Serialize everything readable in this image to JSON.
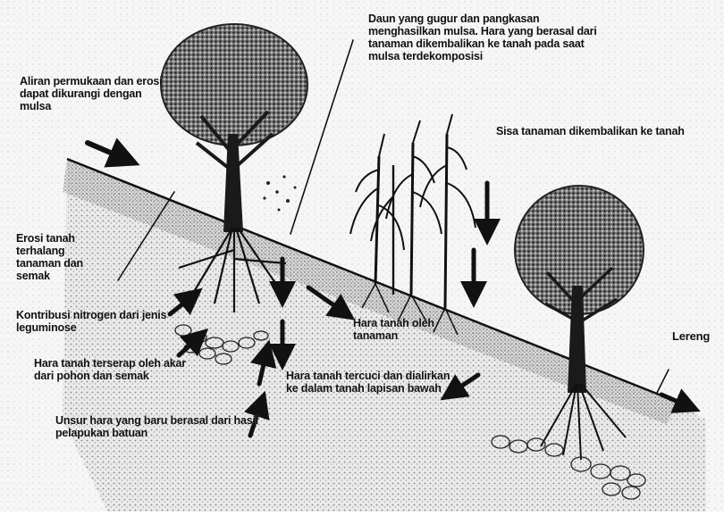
{
  "diagram": {
    "labels": {
      "mulch_erosion": "Aliran permukaan dan erosi dapat dikurangi dengan mulsa",
      "fallen_leaves": "Daun yang gugur dan pangkasan menghasilkan mulsa. Hara yang berasal dari tanaman dikembalikan ke tanah pada saat mulsa terdekomposisi",
      "crop_residue": "Sisa tanaman dikembalikan ke tanah",
      "erosion_blocked": "Erosi tanah terhalang tanaman dan semak",
      "nitrogen": "Kontribusi nitrogen dari jenis leguminose",
      "nutrient_uptake": "Hara tanah terserap oleh akar dari pohon dan semak",
      "crop_uptake": "Hara tanah oleh tanaman",
      "leaching": "Hara tanah tercuci dan dialirkan ke dalam tanah lapisan bawah",
      "weathering": "Unsur hara yang baru berasal dari hasil pelapukan batuan",
      "slope": "Lereng"
    },
    "colors": {
      "ink": "#111111",
      "soil_dots": "#444444",
      "sky": "#f3f3f3"
    }
  }
}
